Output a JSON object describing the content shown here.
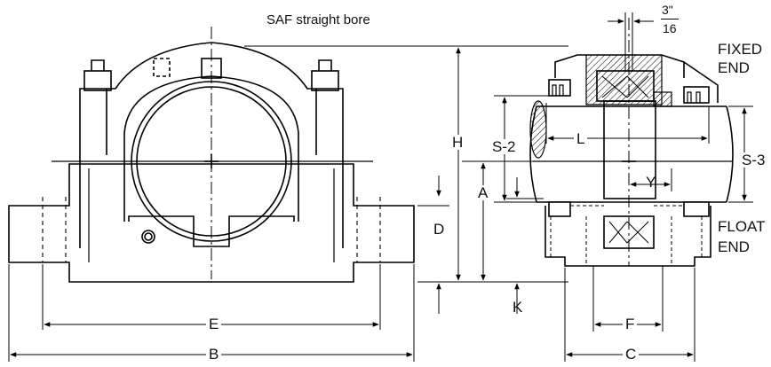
{
  "caption": "SAF straight bore",
  "dimensions": {
    "A": "A",
    "B": "B",
    "C": "C",
    "D": "D",
    "E": "E",
    "F": "F",
    "H": "H",
    "K": "K",
    "L": "L",
    "Y": "Y",
    "S2": "S-2",
    "S3": "S-3"
  },
  "clearance": {
    "numerator": "3\"",
    "denominator": "16"
  },
  "fixed_end": {
    "line1": "FIXED",
    "line2": "END"
  },
  "float_end": {
    "line1": "FLOAT",
    "line2": "END"
  }
}
